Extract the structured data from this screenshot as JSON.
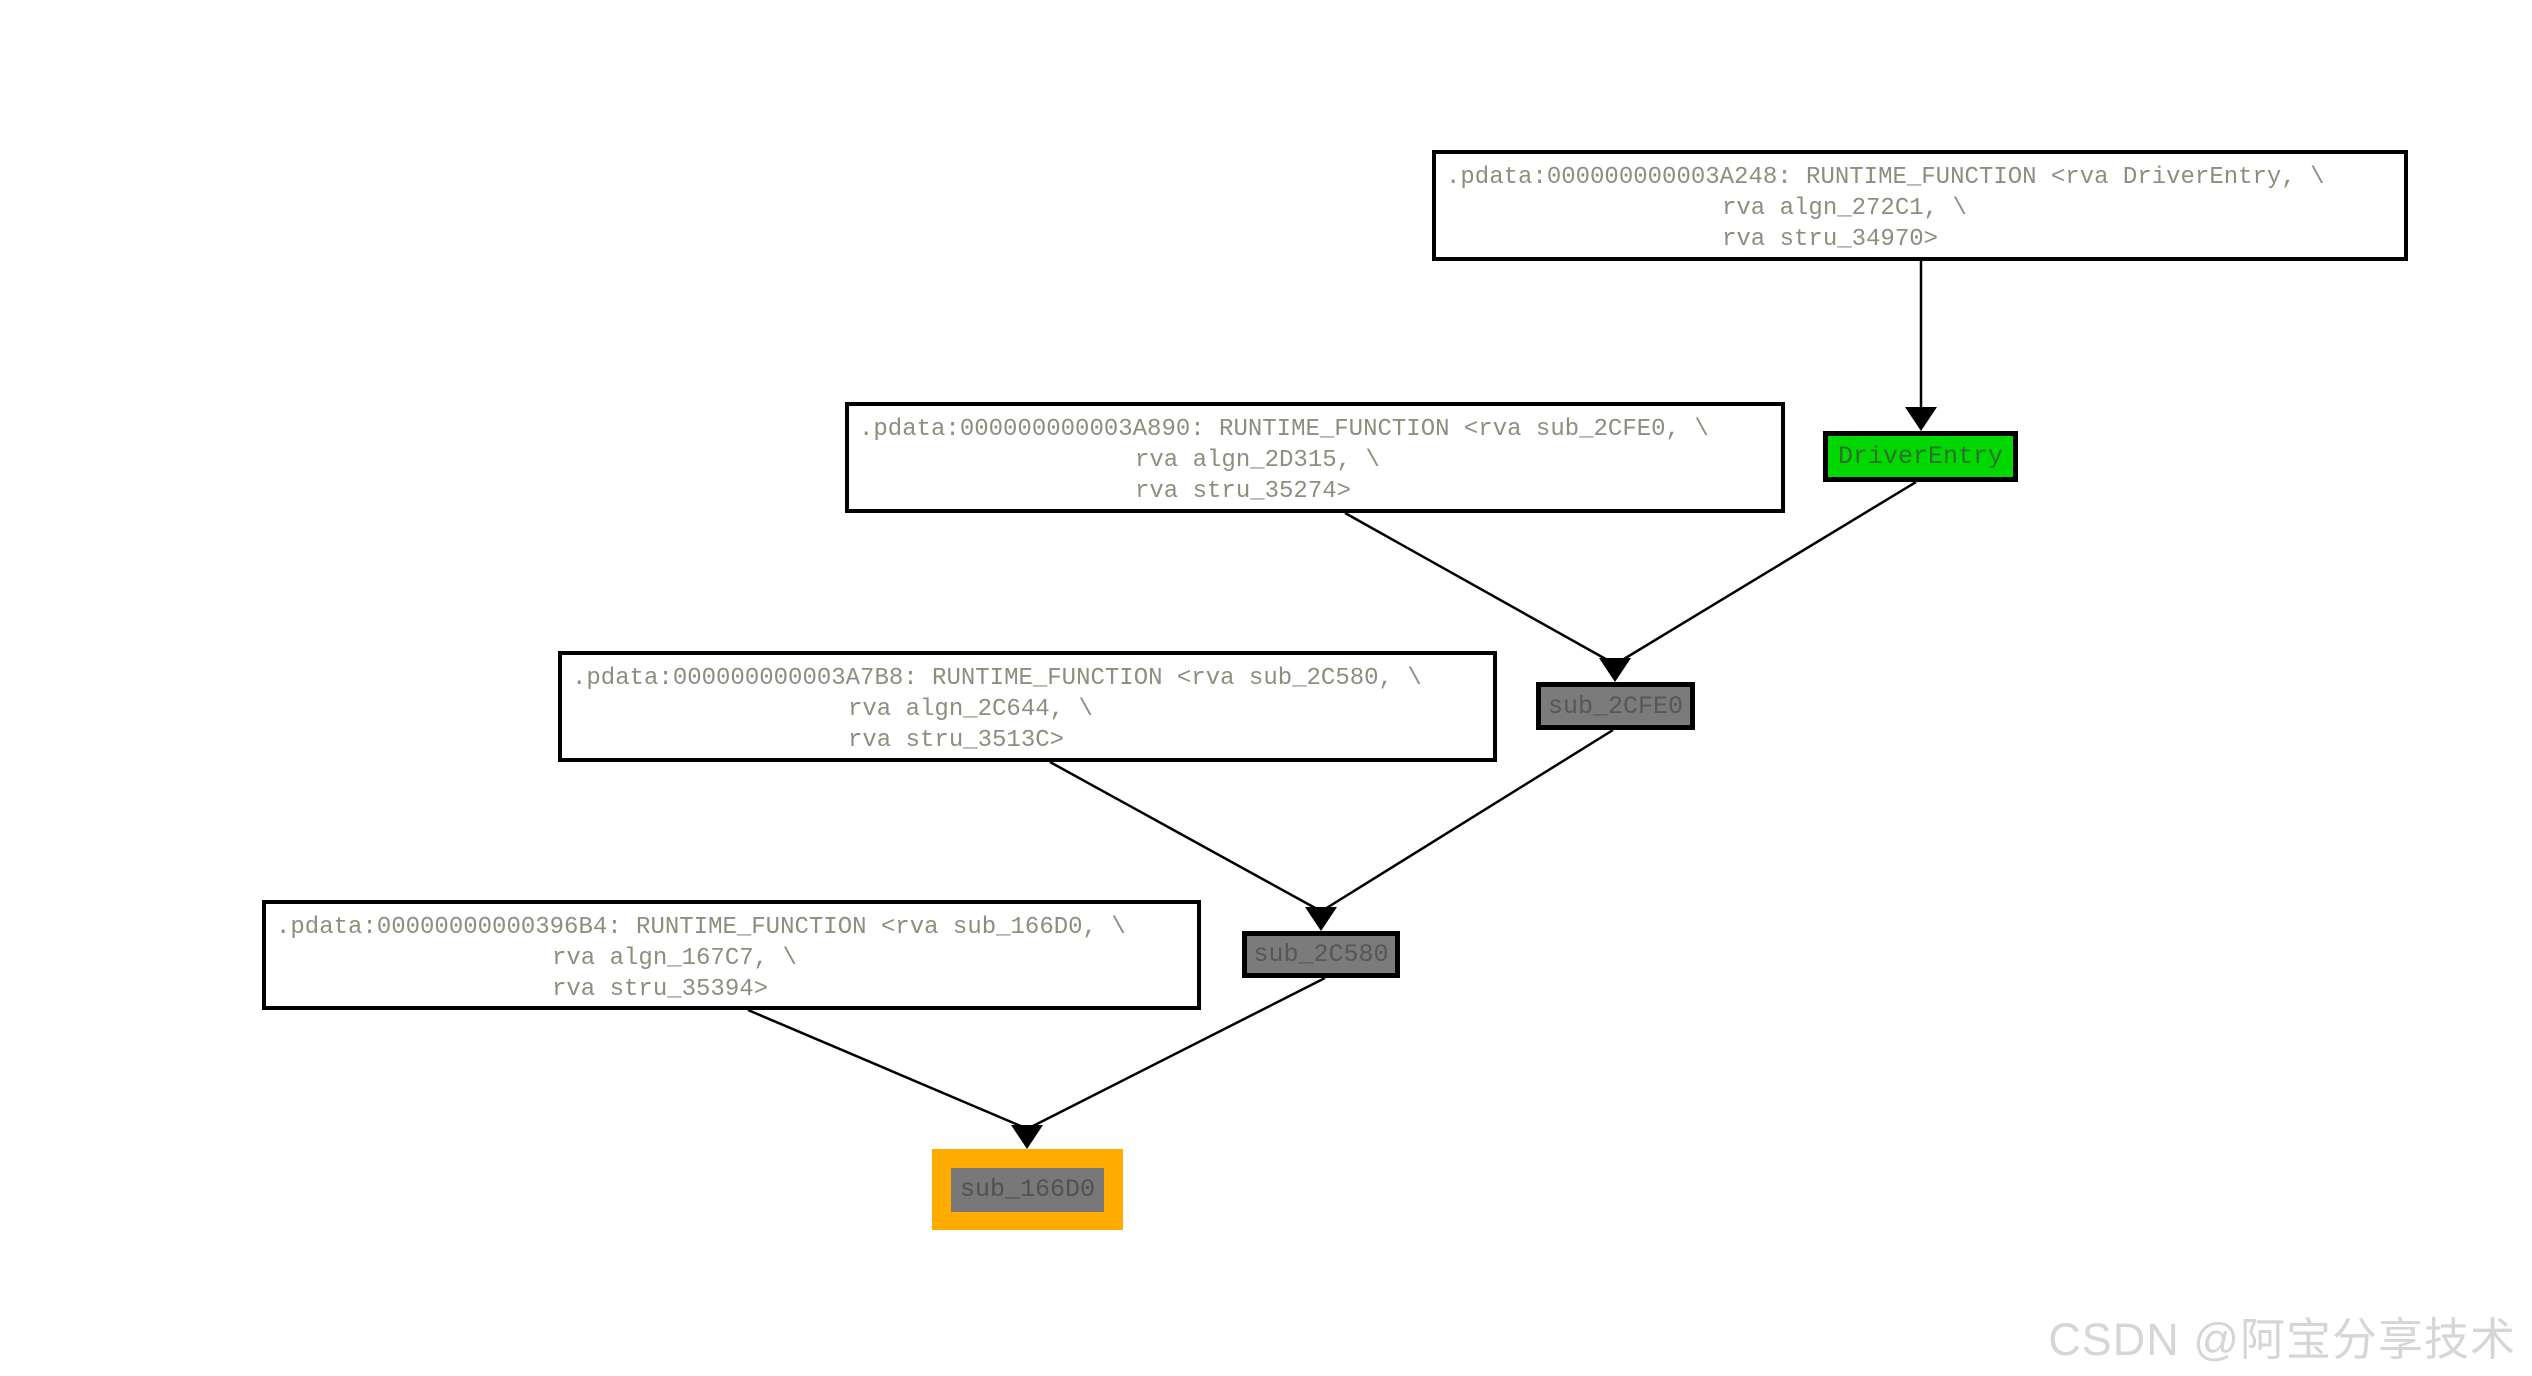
{
  "nodes": {
    "pdata_3a248": {
      "line1": ".pdata:000000000003A248: RUNTIME_FUNCTION <rva DriverEntry, \\",
      "line2": "rva algn_272C1, \\",
      "line3": "rva stru_34970>"
    },
    "pdata_3a890": {
      "line1": ".pdata:000000000003A890: RUNTIME_FUNCTION <rva sub_2CFE0, \\",
      "line2": "rva algn_2D315, \\",
      "line3": "rva stru_35274>"
    },
    "pdata_3a7b8": {
      "line1": ".pdata:000000000003A7B8: RUNTIME_FUNCTION <rva sub_2C580, \\",
      "line2": "rva algn_2C644, \\",
      "line3": "rva stru_3513C>"
    },
    "pdata_396b4": {
      "line1": ".pdata:00000000000396B4: RUNTIME_FUNCTION <rva sub_166D0, \\",
      "line2": "rva algn_167C7, \\",
      "line3": "rva stru_35394>"
    },
    "driver_entry": {
      "label": "DriverEntry"
    },
    "sub_2cfe0": {
      "label": "sub_2CFE0"
    },
    "sub_2c580": {
      "label": "sub_2C580"
    },
    "sub_166d0": {
      "label": "sub_166D0"
    }
  },
  "edges": [
    {
      "from": "pdata_3a248",
      "to": "DriverEntry"
    },
    {
      "from": "pdata_3a890",
      "to": "sub_2CFE0"
    },
    {
      "from": "DriverEntry",
      "to": "sub_2CFE0"
    },
    {
      "from": "pdata_3a7b8",
      "to": "sub_2C580"
    },
    {
      "from": "sub_2CFE0",
      "to": "sub_2C580"
    },
    {
      "from": "pdata_396b4",
      "to": "sub_166D0"
    },
    {
      "from": "sub_2C580",
      "to": "sub_166D0"
    }
  ],
  "colors": {
    "background": "#ffffff",
    "edge": "#000000",
    "pdata_text": "#8e8e7e",
    "entry_node_bg": "#00d800",
    "func_node_bg": "#7b7b7b",
    "highlight_frame": "#ffab00"
  },
  "watermark": {
    "text": "CSDN @阿宝分享技术"
  }
}
